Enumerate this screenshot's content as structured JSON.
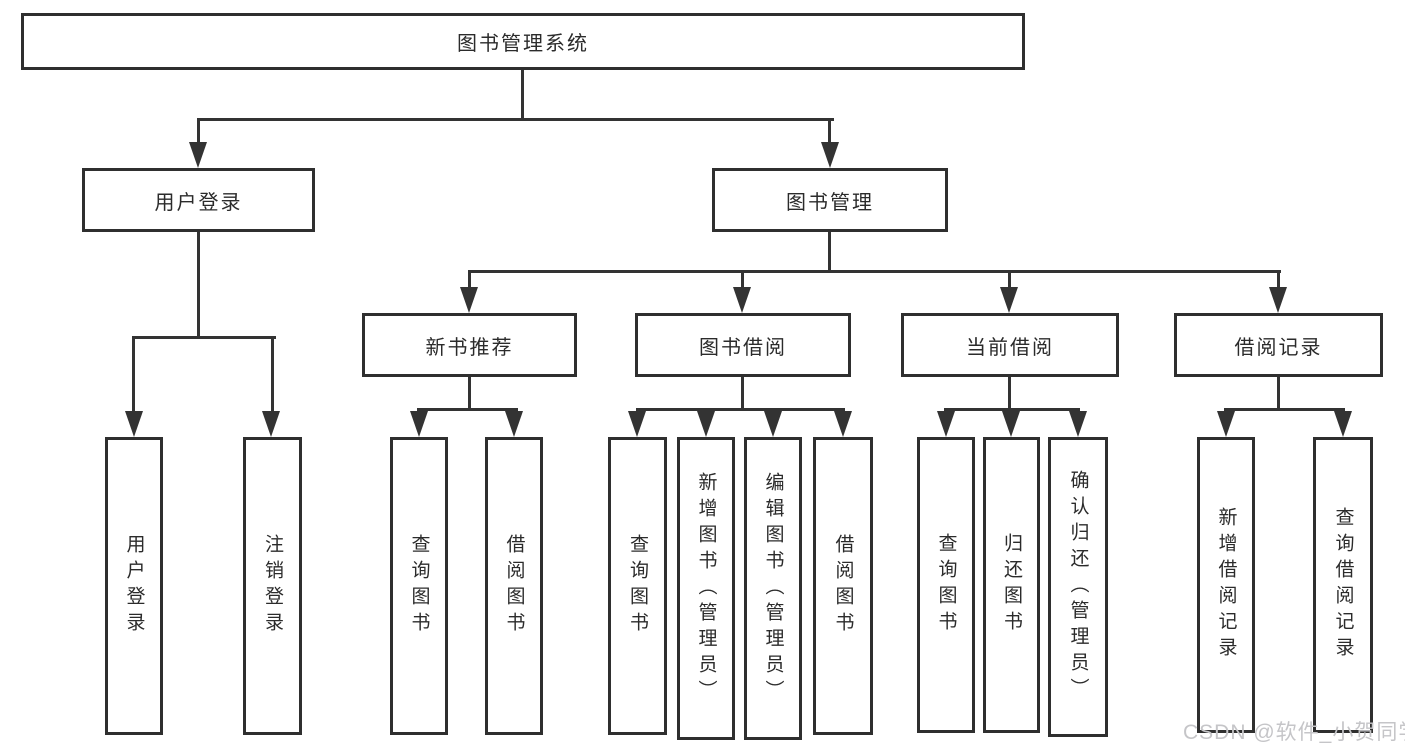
{
  "diagram": {
    "type": "hierarchy-tree",
    "nodes": {
      "root": {
        "label": "图书管理系统"
      },
      "user_login": {
        "label": "用户登录"
      },
      "book_management": {
        "label": "图书管理"
      },
      "new_book_recommend": {
        "label": "新书推荐"
      },
      "book_borrow": {
        "label": "图书借阅"
      },
      "current_borrow": {
        "label": "当前借阅"
      },
      "borrow_records": {
        "label": "借阅记录"
      },
      "leaf_user_login": {
        "label": "用户登录"
      },
      "leaf_logout": {
        "label": "注销登录"
      },
      "leaf_query_book_1": {
        "label": "查询图书"
      },
      "leaf_borrow_book_1": {
        "label": "借阅图书"
      },
      "leaf_query_book_2": {
        "label": "查询图书"
      },
      "leaf_add_book_admin": {
        "label": "新增图书（管理员）"
      },
      "leaf_edit_book_admin": {
        "label": "编辑图书（管理员）"
      },
      "leaf_borrow_book_2": {
        "label": "借阅图书"
      },
      "leaf_query_book_3": {
        "label": "查询图书"
      },
      "leaf_return_book": {
        "label": "归还图书"
      },
      "leaf_confirm_return_admin": {
        "label": "确认归还（管理员）"
      },
      "leaf_add_borrow_record": {
        "label": "新增借阅记录"
      },
      "leaf_query_borrow_record": {
        "label": "查询借阅记录"
      }
    },
    "edges": [
      [
        "图书管理系统",
        "用户登录"
      ],
      [
        "图书管理系统",
        "图书管理"
      ],
      [
        "用户登录",
        "用户登录(子)"
      ],
      [
        "用户登录",
        "注销登录"
      ],
      [
        "图书管理",
        "新书推荐"
      ],
      [
        "图书管理",
        "图书借阅"
      ],
      [
        "图书管理",
        "当前借阅"
      ],
      [
        "图书管理",
        "借阅记录"
      ],
      [
        "新书推荐",
        "查询图书"
      ],
      [
        "新书推荐",
        "借阅图书"
      ],
      [
        "图书借阅",
        "查询图书"
      ],
      [
        "图书借阅",
        "新增图书（管理员）"
      ],
      [
        "图书借阅",
        "编辑图书（管理员）"
      ],
      [
        "图书借阅",
        "借阅图书"
      ],
      [
        "当前借阅",
        "查询图书"
      ],
      [
        "当前借阅",
        "归还图书"
      ],
      [
        "当前借阅",
        "确认归还（管理员）"
      ],
      [
        "借阅记录",
        "新增借阅记录"
      ],
      [
        "借阅记录",
        "查询借阅记录"
      ]
    ],
    "colors": {
      "line": "#333333",
      "box_border": "#2f2f2f",
      "text": "#2b2b2b",
      "background": "#ffffff",
      "watermark": "#c5c5c8"
    }
  },
  "watermark": {
    "text": "CSDN @软件_小贺同学"
  }
}
